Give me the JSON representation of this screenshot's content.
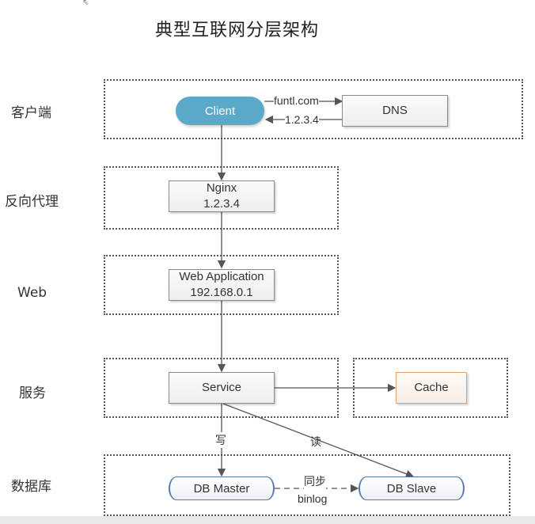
{
  "title": "典型互联网分层架构",
  "layers": {
    "client": "客户端",
    "proxy": "反向代理",
    "web": "Web",
    "service": "服务",
    "database": "数据库"
  },
  "nodes": {
    "client": "Client",
    "dns": "DNS",
    "nginx": {
      "name": "Nginx",
      "ip": "1.2.3.4"
    },
    "webapp": {
      "name": "Web Application",
      "ip": "192.168.0.1"
    },
    "service": "Service",
    "cache": "Cache",
    "db_master": "DB Master",
    "db_slave": "DB Slave"
  },
  "edges": {
    "client_to_dns": "funtl.com",
    "dns_to_client": "1.2.3.4",
    "write": "写",
    "read": "读",
    "sync": "同步",
    "sync_sub": "binlog"
  },
  "colors": {
    "client_fill": "#5aa9c9",
    "cache_border": "#e0a070",
    "db_border": "#5a78b0"
  }
}
